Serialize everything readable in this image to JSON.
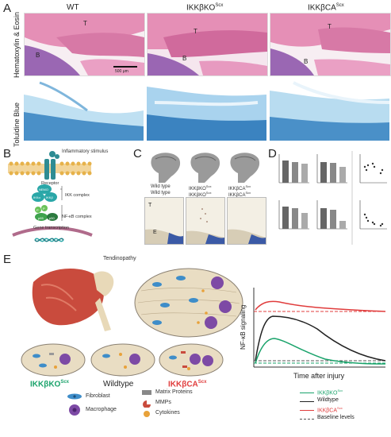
{
  "panels": {
    "a": "A",
    "b": "B",
    "c": "C",
    "d": "D",
    "e": "E"
  },
  "panel_a": {
    "columns": [
      "WT",
      "IKKβKO",
      "IKKβCA"
    ],
    "column_superscripts": [
      "",
      "Scx",
      "Scx"
    ],
    "rows": [
      "Hematoxylin & Eosin",
      "Toluidine Blue"
    ],
    "region_labels": [
      "T",
      "B"
    ],
    "scale_bar": "500 μm"
  },
  "panel_b": {
    "stimulus": "Inflammatory stimulus",
    "receptor": "Receptor",
    "ikk_complex": "IKK complex",
    "nfkb_complex": "NF-κB complex",
    "gene_transcription": "Gene transcription",
    "nemo": "NEMO",
    "ikka": "IKKα",
    "ikkb": "IKKβ",
    "ikba": "IκBα",
    "p65": "p65",
    "p50": "p50",
    "p": "P"
  },
  "panel_c": {
    "labels_top": [
      "Wild type",
      "IKKβKO",
      "IKKβCA"
    ],
    "superscripts": [
      "",
      "Scx",
      "Scx"
    ],
    "labels_bottom": [
      "Wild type",
      "IKKβKO",
      "IKKβCA"
    ],
    "region_labels": [
      "T",
      "E"
    ]
  },
  "panel_e": {
    "tendinopathy": "Tendinopathy",
    "conditions": [
      "IKKβKO",
      "Wildtype",
      "IKKβCA"
    ],
    "condition_superscripts": [
      "Scx",
      "",
      "Scx"
    ],
    "condition_colors": [
      "#1aa36b",
      "#222222",
      "#e03c3c"
    ],
    "legend_cells": {
      "fibroblast": "Fibroblast",
      "macrophage": "Macrophage",
      "matrix": "Matrix Proteins",
      "mmps": "MMPs",
      "cytokines": "Cytokines"
    },
    "graph": {
      "ylabel": "NF-κB signaling",
      "xlabel": "Time after injury",
      "legend": [
        {
          "name": "IKKβKO",
          "sup": "Scx",
          "color": "#1aa36b"
        },
        {
          "name": "Wildtype",
          "sup": "",
          "color": "#222222"
        },
        {
          "name": "IKKβCA",
          "sup": "Scx",
          "color": "#e03c3c"
        },
        {
          "name": "Baseline levels",
          "sup": "",
          "color": "#555555"
        }
      ]
    }
  },
  "colors": {
    "he_pink": "#e58fb6",
    "he_purple": "#8a4fa8",
    "tb_blue": "#4a90c8",
    "receptor_teal": "#2e8c93",
    "membrane": "#e6b24a",
    "ikk_teal": "#2aa7a8",
    "nfkb_green": "#3fa34d"
  }
}
